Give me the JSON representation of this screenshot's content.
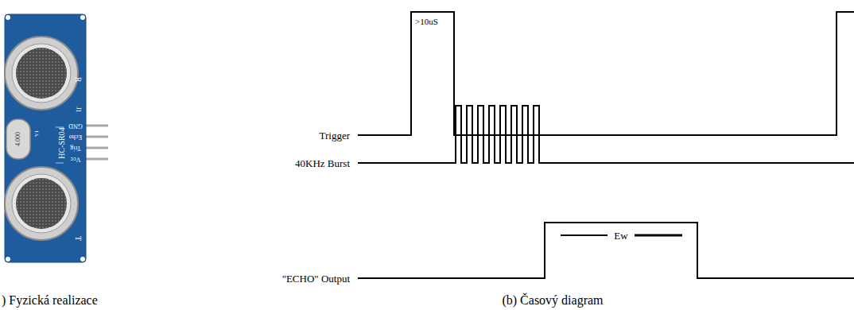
{
  "diagram": {
    "labels": [
      "R",
      "J1",
      "GND",
      "Echo",
      "Trig",
      "Vcc",
      "HC-SR04",
      "Y1",
      "4.000",
      "T",
      ">10uS",
      "Trigger",
      "40KHz Burst",
      "\"ECHO\" Output",
      "Ew",
      ") Fyzická realizace",
      "(b) Časový diagram"
    ]
  }
}
